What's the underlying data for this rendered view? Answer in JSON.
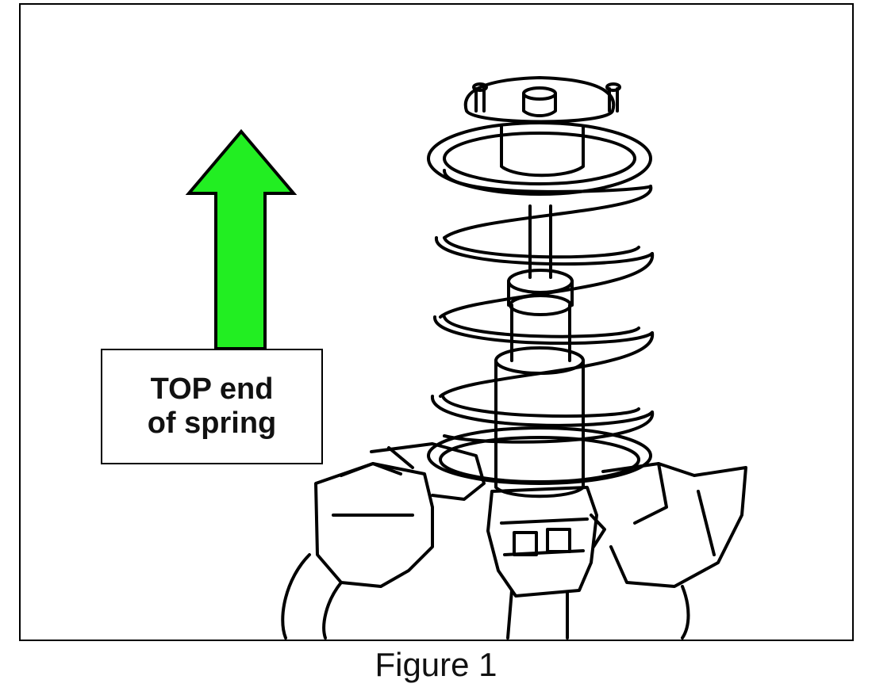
{
  "label": {
    "line1": "TOP end",
    "line2": "of spring"
  },
  "caption": "Figure 1",
  "colors": {
    "arrow_fill": "#22ee22",
    "line": "#000000"
  },
  "icons": {
    "arrow": "up-arrow-icon"
  }
}
